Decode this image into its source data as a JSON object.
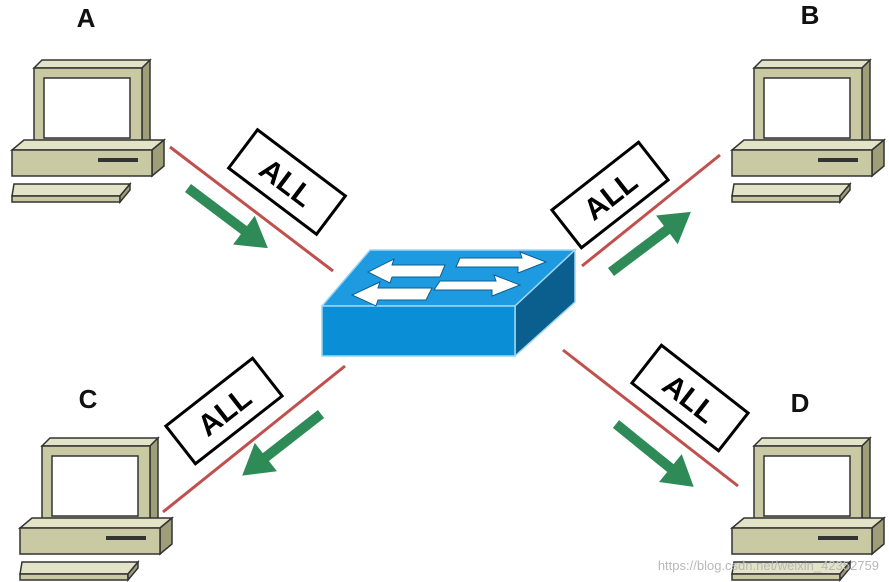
{
  "hosts": [
    {
      "id": "A",
      "label": "A"
    },
    {
      "id": "B",
      "label": "B"
    },
    {
      "id": "C",
      "label": "C"
    },
    {
      "id": "D",
      "label": "D"
    }
  ],
  "frames": [
    {
      "host": "A",
      "text": "ALL",
      "direction": "to-switch"
    },
    {
      "host": "B",
      "text": "ALL",
      "direction": "from-switch"
    },
    {
      "host": "C",
      "text": "ALL",
      "direction": "from-switch"
    },
    {
      "host": "D",
      "text": "ALL",
      "direction": "from-switch"
    }
  ],
  "watermark": "https://blog.csdn.net/weixin_42352759",
  "colors": {
    "link": "#c0504d",
    "arrow": "#2e8b57",
    "switch_top": "#1e9be0",
    "switch_front": "#0a8fd6",
    "switch_side": "#0b5f8f",
    "computer_body": "#c9c9a4",
    "computer_shade": "#a6a67f",
    "screen": "#ffffff"
  },
  "icons": {
    "host": "desktop-computer-icon",
    "switch": "network-switch-icon"
  }
}
